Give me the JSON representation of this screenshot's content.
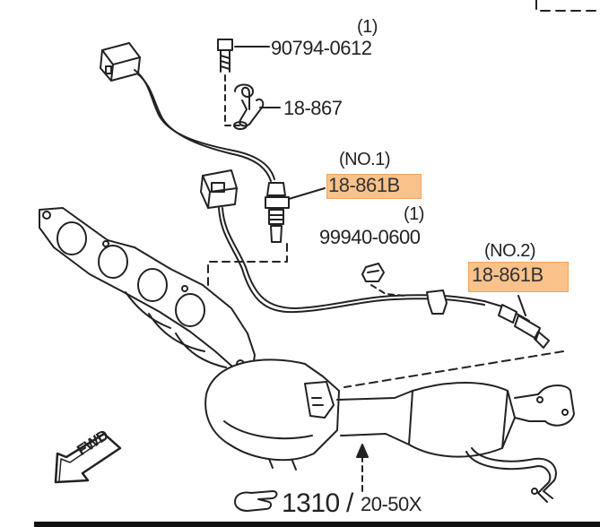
{
  "parts": {
    "bolt": {
      "number": "90794-0612",
      "qty": "(1)"
    },
    "clip": {
      "number": "18-867"
    },
    "sensor1": {
      "position": "(NO.1)",
      "number": "18-861B"
    },
    "nut": {
      "number": "99940-0600",
      "qty": "(1)"
    },
    "sensor2": {
      "position": "(NO.2)",
      "number": "18-861B"
    }
  },
  "direction": {
    "label": "FWD"
  },
  "reference": {
    "main": "1310",
    "sep": "/",
    "sub": "20-50X"
  },
  "colors": {
    "highlight": "#f9c28a",
    "line": "#222222"
  },
  "icons": {
    "reference_pointer": "hand-pointer-icon"
  }
}
